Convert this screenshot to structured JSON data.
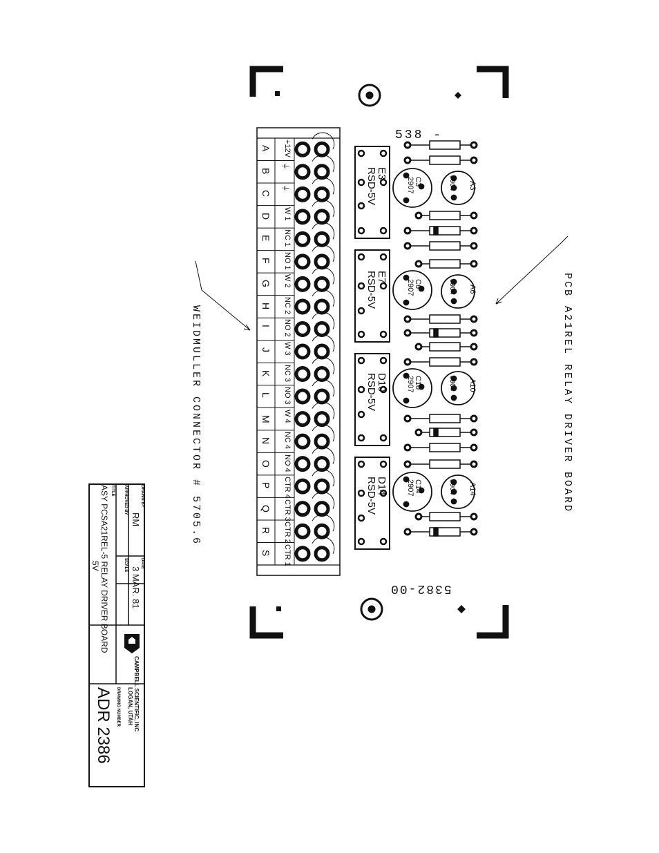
{
  "pcb_label": "PCB A21REL RELAY DRIVER BOARD",
  "connector_label": "WEIDMULLER CONNECTOR # 5705.6",
  "part_top": "538 -",
  "part_bottom": "5382-00",
  "terminal": {
    "letters": [
      "A",
      "B",
      "C",
      "D",
      "E",
      "F",
      "G",
      "H",
      "I",
      "J",
      "K",
      "L",
      "M",
      "N",
      "O",
      "P",
      "Q",
      "R",
      "S"
    ],
    "signals": [
      "+12V",
      "⏚",
      "⏚",
      "W 1",
      "NC 1",
      "NO 1",
      "W 2",
      "NC 2",
      "NO 2",
      "W 3",
      "NC 3",
      "NO 3",
      "W 4",
      "NC 4",
      "NO 4",
      "CTR 4",
      "CTR 3",
      "CTR 2",
      "CTR 1"
    ]
  },
  "relays": [
    {
      "ref": "E3",
      "type": "RSD-5V"
    },
    {
      "ref": "E7",
      "type": "RSD-5V"
    },
    {
      "ref": "D10",
      "type": "RSD-5V"
    },
    {
      "ref": "D14",
      "type": "RSD-5V"
    }
  ],
  "transistors": [
    {
      "ref": "A3",
      "part": "3904"
    },
    {
      "ref": "A6",
      "part": "3904"
    },
    {
      "ref": "A10",
      "part": "3904"
    },
    {
      "ref": "A14",
      "part": "3904"
    }
  ],
  "regulators": [
    {
      "ref": "C3",
      "part": "2907"
    },
    {
      "ref": "C6",
      "part": "2907"
    },
    {
      "ref": "C10",
      "part": "2907"
    },
    {
      "ref": "C14",
      "part": "2907"
    }
  ],
  "title_block": {
    "drawn_by_label": "DRAWN BY",
    "drawn_by": "RM",
    "approved_by_label": "APPROVED BY",
    "date_label": "DATE",
    "date": "3 MAR. 81",
    "scale_label": "SCALE",
    "company": "CAMPBELL SCIENTIFIC, INC",
    "location": "LOGAN, UTAH",
    "title_label": "TITLE",
    "title": "ASY PCSA21REL-5 RELAY DRIVER BOARD",
    "title_sub": "5V",
    "drawing_number_label": "DRAWING NUMBER",
    "drawing_number": "ADR 2386"
  }
}
